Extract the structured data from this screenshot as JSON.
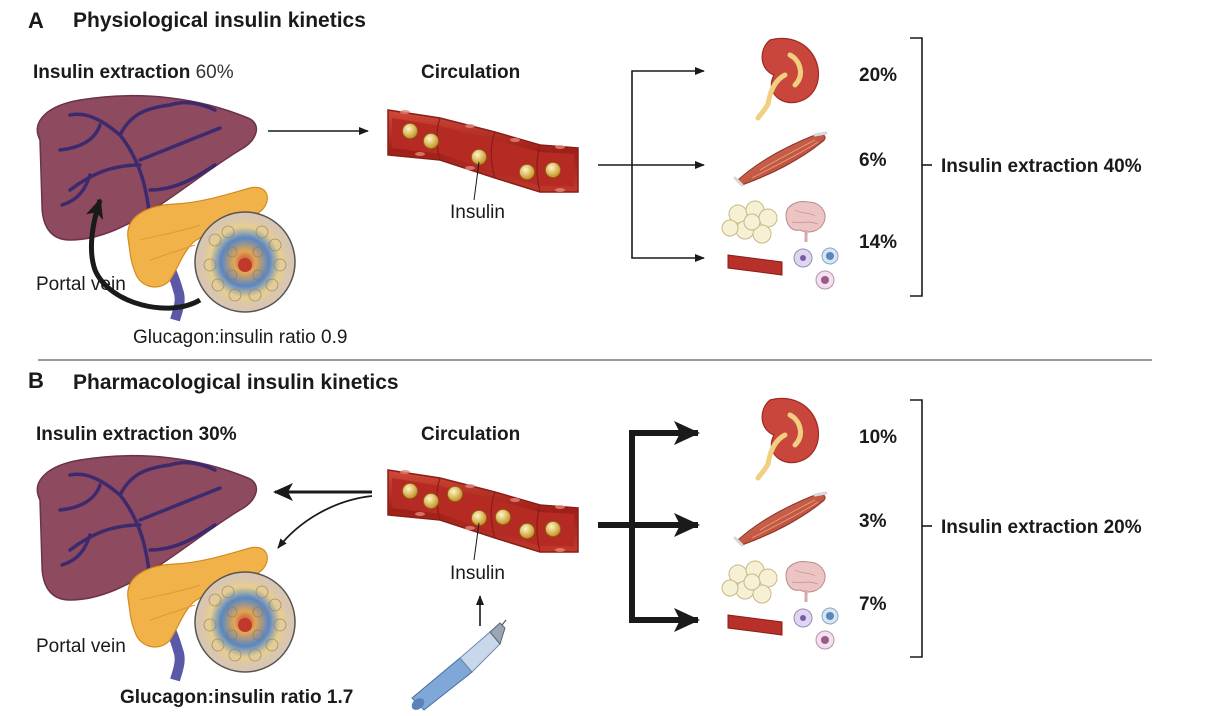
{
  "panel_a": {
    "letter": "A",
    "title": "Physiological insulin kinetics",
    "liver_label_prefix": "Insulin extraction",
    "liver_label_value": "60%",
    "circulation_label": "Circulation",
    "insulin_label": "Insulin",
    "portal_vein_label": "Portal vein",
    "ratio_label": "Glucagon:insulin ratio 0.9",
    "organ_percentages": [
      "20%",
      "6%",
      "14%"
    ],
    "total_extraction_label": "Insulin extraction 40%"
  },
  "panel_b": {
    "letter": "B",
    "title": "Pharmacological insulin kinetics",
    "liver_label": "Insulin extraction 30%",
    "circulation_label": "Circulation",
    "insulin_label": "Insulin",
    "portal_vein_label": "Portal vein",
    "ratio_label": "Glucagon:insulin ratio 1.7",
    "organ_percentages": [
      "10%",
      "3%",
      "7%"
    ],
    "total_extraction_label": "Insulin extraction 20%"
  },
  "colors": {
    "liver": "#8e4a5f",
    "liver_vessels": "#3d2a6e",
    "pancreas": "#f2b24a",
    "vessel_wall": "#b8302a",
    "insulin_granule": "#e8c45a",
    "kidney": "#c9463d",
    "muscle": "#c65a45",
    "fat": "#f6f0d4",
    "brain": "#ecc4c4",
    "pen": "#7fa8d8",
    "divider": "#999999"
  }
}
